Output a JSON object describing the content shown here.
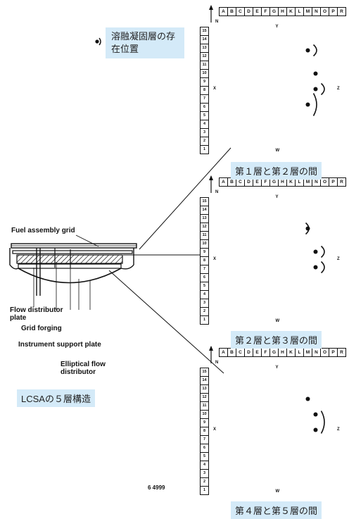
{
  "legend": {
    "text": "溶融凝固層の存在位置"
  },
  "structure_caption": "LCSAの５層構造",
  "labels": {
    "fuel_grid": "Fuel assembly grid",
    "flow_plate": "Flow distributor plate",
    "grid_forging": "Grid forging",
    "instrument_plate": "Instrument support plate",
    "elliptical": "Elliptical flow distributor",
    "figure_number": "6 4999"
  },
  "grid_columns": [
    "A",
    "B",
    "C",
    "D",
    "E",
    "F",
    "G",
    "H",
    "K",
    "L",
    "M",
    "N",
    "O",
    "P",
    "R"
  ],
  "grid_rows": [
    "15",
    "14",
    "13",
    "12",
    "11",
    "10",
    "9",
    "8",
    "7",
    "6",
    "5",
    "4",
    "3",
    "2",
    "1"
  ],
  "compass": {
    "top": "Y",
    "bottom": "W",
    "left": "X",
    "right": "Z",
    "north": "N"
  },
  "maps": [
    {
      "caption": "第１層と第２層の間"
    },
    {
      "caption": "第２層と第３層の間"
    },
    {
      "caption": "第４層と第５層の間"
    }
  ]
}
